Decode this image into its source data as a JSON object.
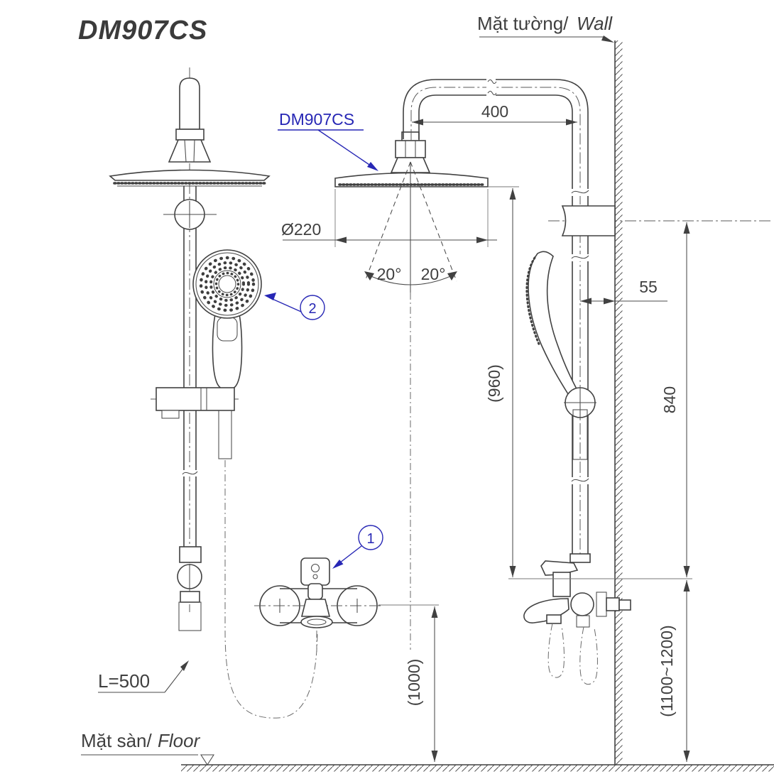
{
  "title": "DM907CS",
  "annotations": {
    "wall_label_vi": "Mặt tường/",
    "wall_label_en": "Wall",
    "floor_label_vi": "Mặt sàn/",
    "floor_label_en": "Floor",
    "product_label": "DM907CS",
    "hose_length_label": "L=500"
  },
  "callouts": {
    "mixer_valve": "1",
    "hand_shower": "2"
  },
  "dimensions": {
    "arm_reach": "400",
    "head_diameter": "Ø220",
    "spray_angle_left": "20°",
    "spray_angle_right": "20°",
    "head_to_mixer_height": "(960)",
    "pipe_wall_offset": "55",
    "bracket_to_mixer": "840",
    "mixer_to_floor": "(1000)",
    "mixer_install_height": "(1100~1200)"
  },
  "colors": {
    "accent_blue": "#2727b5",
    "line_dark": "#414141"
  }
}
